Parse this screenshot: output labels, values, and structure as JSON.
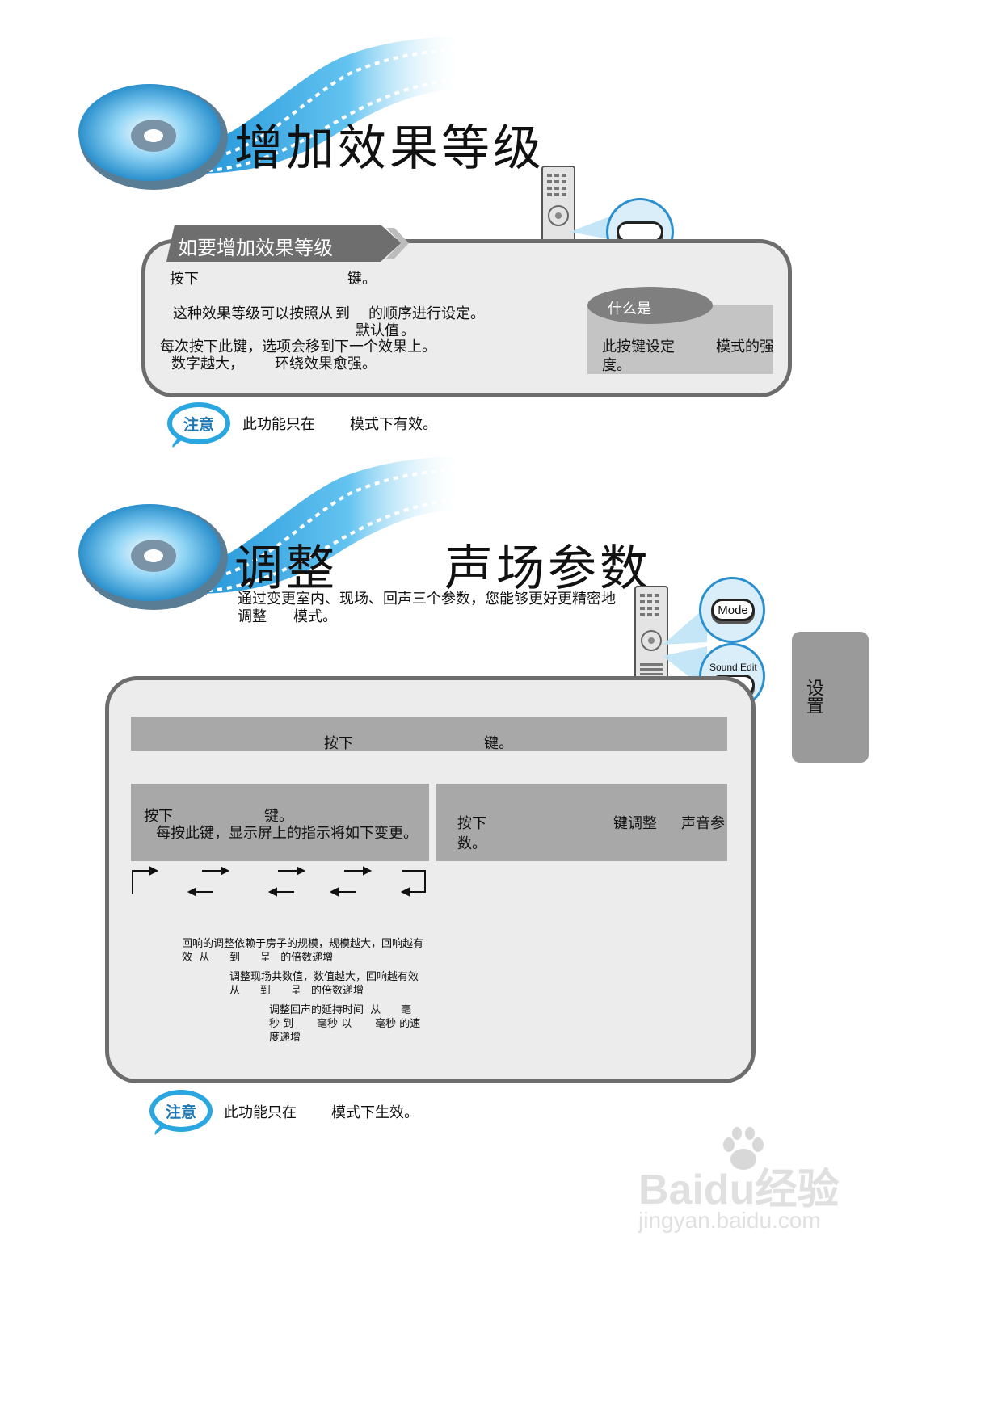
{
  "section1": {
    "title": "增加效果等级",
    "subtitle": "如要增加效果等级",
    "press_text": "按下",
    "key_text": "键。",
    "line1a": "这种效果等级可以按照从",
    "line1b": "到",
    "line1c": "的顺序进行设定。",
    "line2": "默认值",
    "line2b": "。",
    "line3": "每次按下此键，选项会移到下一个效果上。",
    "line4a": "数字越大，",
    "line4b": "环绕效果愈强。",
    "info_title": "什么是",
    "info_text_a": "此按键设定",
    "info_text_b": "模式的强",
    "info_text_c": "度。",
    "note_label": "注意",
    "note_a": "此功能只在",
    "note_b": "模式下有效。"
  },
  "section2": {
    "title_a": "调整",
    "title_b": "声场参数",
    "intro1": "通过变更室内、现场、回声三个参数，您能够更好更精密地",
    "intro2a": "调整",
    "intro2b": "模式。",
    "step1a": "按下",
    "step1b": "键。",
    "step2a": "按下",
    "step2b": "键。",
    "step2c": "每按此键，显示屏上的指示将如下变更。",
    "step3a": "按下",
    "step3b": "键调整",
    "step3c": "声音参",
    "step3d": "数。",
    "desc1a": "回响的调整依赖于房子的规模，规模越大，回响越有",
    "desc1b": "效  从      到      呈   的倍数递增",
    "desc2a": "调整现场共数值，数值越大，回响越有效",
    "desc2b": "从      到      呈   的倍数递增",
    "desc3a": "调整回声的延持时间  从      毫",
    "desc3b": "秒 到       毫秒 以       毫秒 的速",
    "desc3c": "度递增",
    "note_label": "注意",
    "note_a": "此功能只在",
    "note_b": "模式下生效。"
  },
  "remote_buttons": {
    "mode": "Mode",
    "sound_edit": "Sound Edit"
  },
  "side_tab": "设置",
  "watermark": {
    "brand": "Baidu经验",
    "url": "jingyan.baidu.com"
  },
  "colors": {
    "accent": "#2aa6e0",
    "panel_border": "#6d6d6d",
    "bar": "#a8a8a8"
  }
}
